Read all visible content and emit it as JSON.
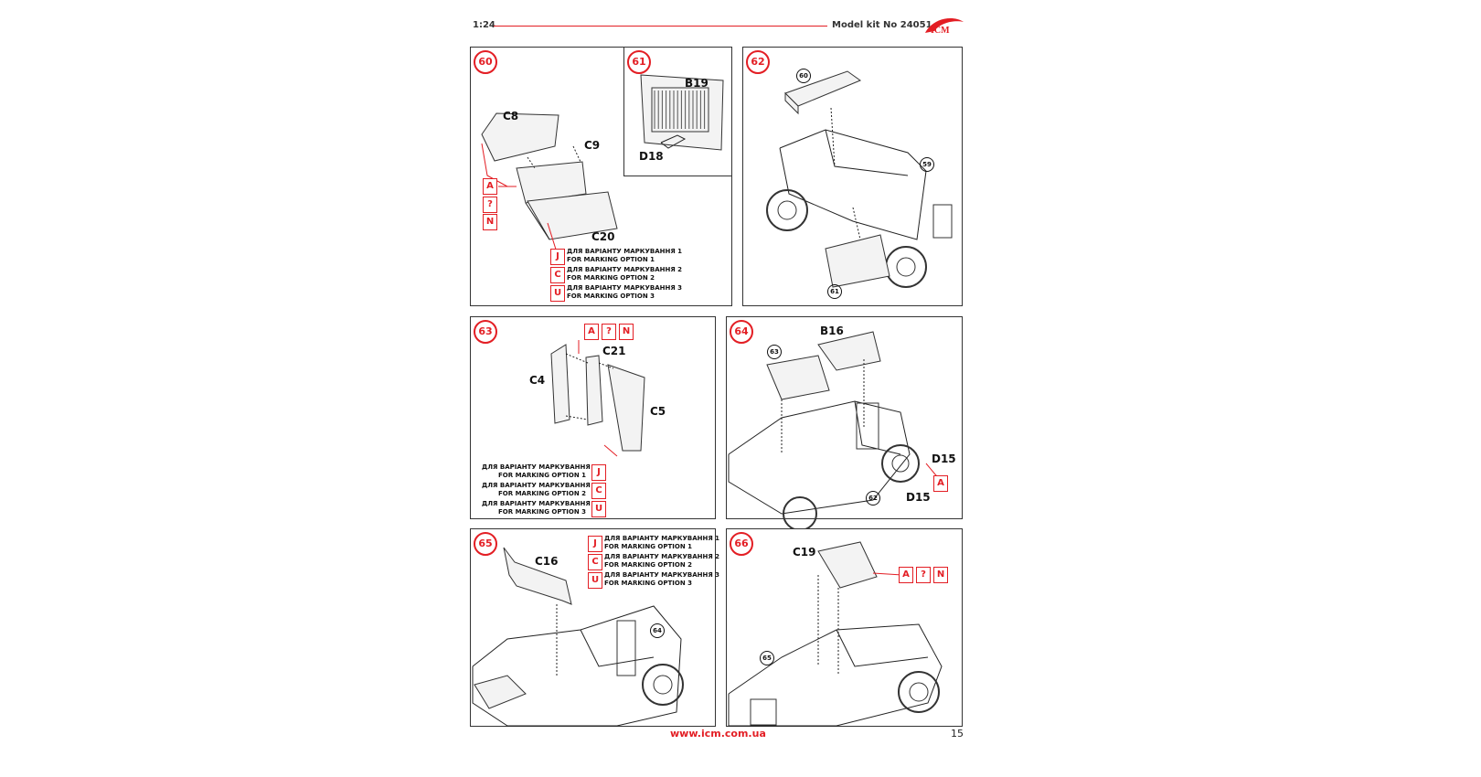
{
  "header": {
    "scale": "1:24",
    "model_kit": "Model kit No 24051",
    "logo_text": "ICM"
  },
  "footer": {
    "url": "www.icm.com.ua",
    "page_number": "15"
  },
  "colors": {
    "accent": "#e31e24",
    "line": "#222222"
  },
  "options": {
    "o1_ua": "ДЛЯ ВАРІАНТУ МАРКУВАННЯ 1",
    "o1_en": "FOR MARKING OPTION 1",
    "o2_ua": "ДЛЯ ВАРІАНТУ МАРКУВАННЯ 2",
    "o2_en": "FOR MARKING OPTION 2",
    "o3_ua": "ДЛЯ ВАРІАНТУ МАРКУВАННЯ 3",
    "o3_en": "FOR MARKING OPTION 3"
  },
  "steps": {
    "s60": {
      "num": "60",
      "parts": [
        "C8",
        "C9",
        "C20"
      ],
      "colors": [
        "A",
        "?",
        "N"
      ],
      "marks": [
        "J",
        "C",
        "U"
      ]
    },
    "s61": {
      "num": "61",
      "parts": [
        "B19",
        "D18"
      ]
    },
    "s62": {
      "num": "62",
      "refs": [
        "60",
        "59",
        "61"
      ]
    },
    "s63": {
      "num": "63",
      "parts": [
        "C21",
        "C4",
        "C5"
      ],
      "colors": [
        "A",
        "?",
        "N"
      ],
      "marks": [
        "J",
        "C",
        "U"
      ]
    },
    "s64": {
      "num": "64",
      "parts": [
        "B16",
        "D15",
        "D15"
      ],
      "refs": [
        "63",
        "62"
      ],
      "colors": [
        "A"
      ]
    },
    "s65": {
      "num": "65",
      "parts": [
        "C16"
      ],
      "refs": [
        "64"
      ],
      "marks": [
        "J",
        "C",
        "U"
      ]
    },
    "s66": {
      "num": "66",
      "parts": [
        "C19"
      ],
      "refs": [
        "65"
      ],
      "colors": [
        "A",
        "?",
        "N"
      ]
    }
  }
}
